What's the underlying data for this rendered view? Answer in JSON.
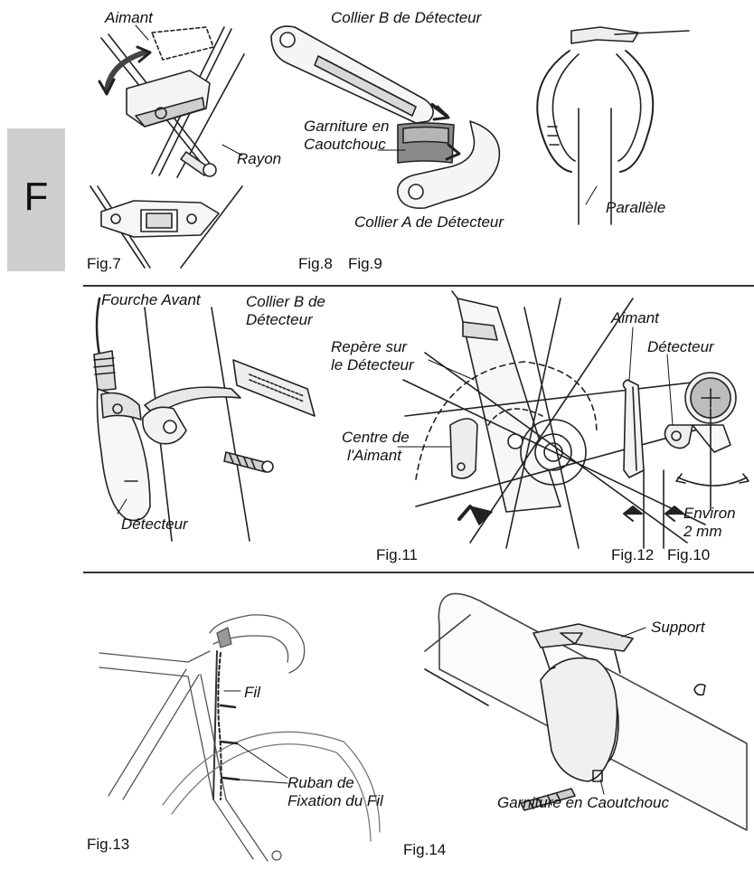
{
  "section_tab": "F",
  "panel1": {
    "fig7": {
      "caption": "Fig.7",
      "magnet_label": "Aimant",
      "spoke_label": "Rayon"
    },
    "fig8": {
      "caption": "Fig.8",
      "bracket_b_label": "Collier B de Détecteur",
      "rubber_pad_label_line1": "Garniture en",
      "rubber_pad_label_line2": "Caoutchouc",
      "bracket_a_label": "Collier A de Détecteur"
    },
    "fig9": {
      "caption": "Fig.9",
      "parallel_label": "Parallèle"
    }
  },
  "panel2": {
    "fig10": {
      "caption": "Fig.10",
      "fork_label": "Fourche Avant",
      "bracket_b_label_line1": "Collier B de",
      "bracket_b_label_line2": "Détecteur",
      "sensor_label": "Détecteur"
    },
    "fig11": {
      "caption": "Fig.11",
      "sensor_mark_label_line1": "Repère sur",
      "sensor_mark_label_line2": "le Détecteur",
      "magnet_center_label_line1": "Centre de",
      "magnet_center_label_line2": "l'Aimant"
    },
    "fig12": {
      "caption": "Fig.12",
      "magnet_label": "Aimant",
      "sensor_label": "Détecteur",
      "gap_label_line1": "Environ",
      "gap_label_line2": "2 mm"
    }
  },
  "panel3": {
    "fig13": {
      "caption": "Fig.13",
      "wire_label": "Fil",
      "tape_label_line1": "Ruban de",
      "tape_label_line2": "Fixation du Fil"
    },
    "fig14": {
      "caption": "Fig.14",
      "bracket_label": "Support",
      "rubber_pad_label": "Garniture en Caoutchouc"
    }
  }
}
